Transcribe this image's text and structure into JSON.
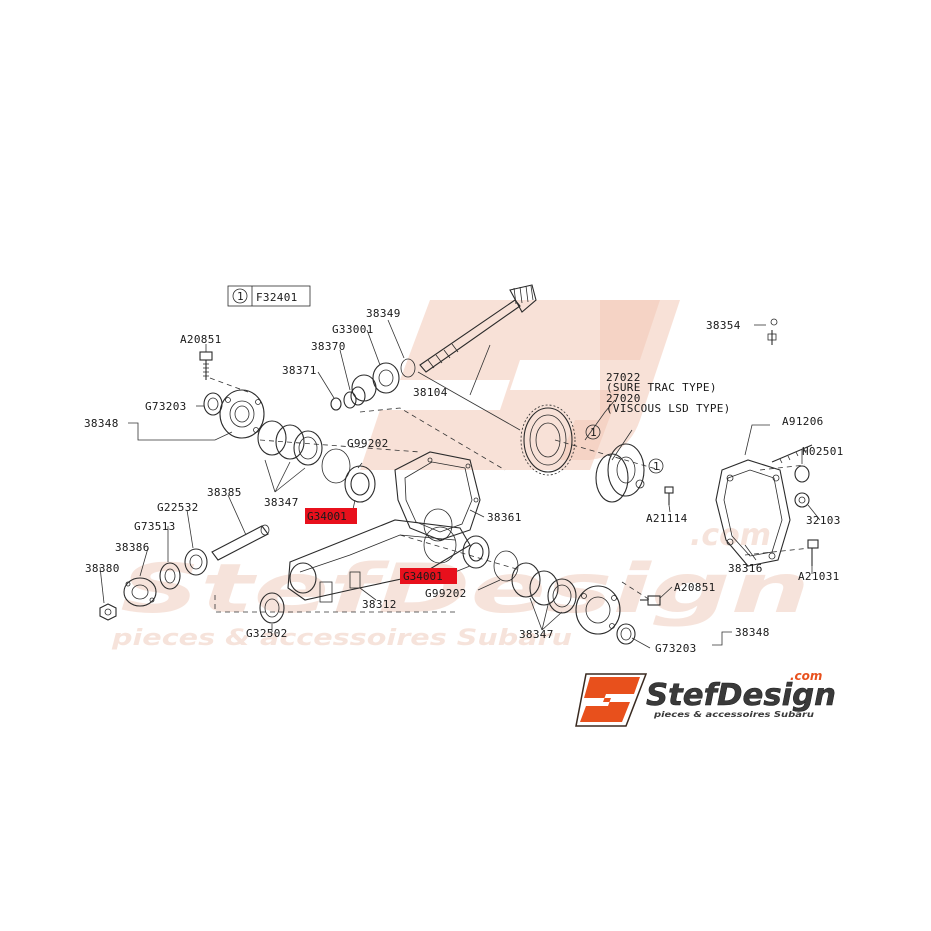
{
  "diagram": {
    "ref_box": {
      "circle": "1",
      "code": "F32401"
    },
    "labels": {
      "a20851_top": "A20851",
      "l38348_left": "38348",
      "g73203_left": "G73203",
      "l38371": "38371",
      "l38370": "38370",
      "g33001": "G33001",
      "l38349": "38349",
      "l38104": "38104",
      "l38354": "38354",
      "l27022": "27022",
      "sure_trac": "(SURE TRAC TYPE)",
      "l27020": "27020",
      "viscous": "(VISCOUS LSD TYPE)",
      "a91206": "A91206",
      "h02501": "H02501",
      "l32103": "32103",
      "l38316": "38316",
      "a21031": "A21031",
      "a21114": "A21114",
      "g99202_top": "G99202",
      "l38347_left": "38347",
      "g34001_left": "G34001",
      "l38361": "38361",
      "l38385": "38385",
      "g22532": "G22532",
      "g73513": "G73513",
      "l38386": "38386",
      "l38380": "38380",
      "g32502": "G32502",
      "l38312": "38312",
      "g34001_right": "G34001",
      "g99202_bottom": "G99202",
      "l38347_right": "38347",
      "a20851_bottom": "A20851",
      "l38348_right": "38348",
      "g73203_right": "G73203",
      "circle_1a": "1",
      "circle_1b": "1"
    },
    "highlight_color": "#e8101c"
  },
  "watermark": {
    "brand": "StefDesign",
    "tagline": "pieces & accessoires Subaru",
    "domain": ".com"
  },
  "logo": {
    "brand": "StefDesign",
    "domain": ".com",
    "tagline": "pieces & accessoires Subaru",
    "accent": "#e8501c"
  }
}
